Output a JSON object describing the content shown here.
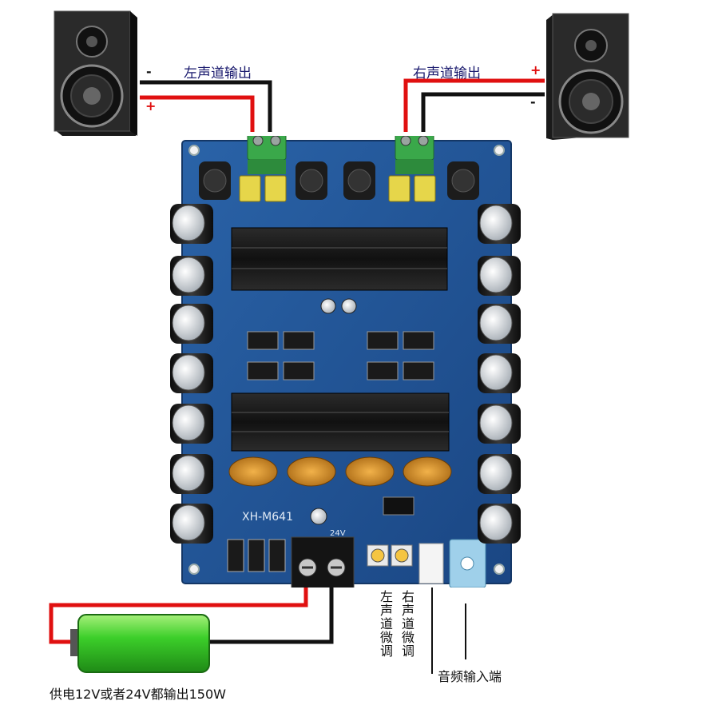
{
  "labels": {
    "left_channel_output": "左声道输出",
    "right_channel_output": "右声道输出",
    "power_supply_note": "供电12V或者24V都输出150W",
    "audio_input": "音频输入端",
    "right_channel_trim": "右声道微调",
    "left_channel_trim": "左声道微调"
  },
  "polarity": {
    "left_minus": "-",
    "left_plus": "+",
    "right_plus": "+",
    "right_minus": "-"
  },
  "board": {
    "model": "XH-M641",
    "voltage_mark": "24V"
  },
  "colors": {
    "pcb": "#1f4f8f",
    "wire_red": "#e01010",
    "wire_black": "#111111",
    "battery": "#3ccf2a",
    "terminal_green": "#3aa84a"
  }
}
